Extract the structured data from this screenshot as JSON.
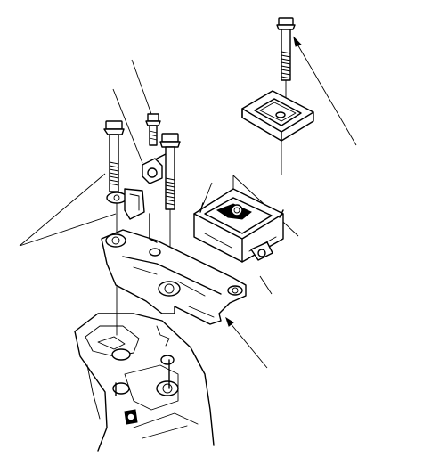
{
  "diagram": {
    "line_color": "#000000",
    "background": "#ffffff",
    "parts": [
      "upper-bolt",
      "upper-mount-bracket",
      "rubber-mount",
      "transmission-mount-bracket",
      "small-bolt",
      "mount-bolt-left",
      "mount-bolt-right",
      "mount-bolt-center",
      "bracket-clip",
      "transmission-case"
    ],
    "callouts": 6,
    "text_labels": []
  }
}
